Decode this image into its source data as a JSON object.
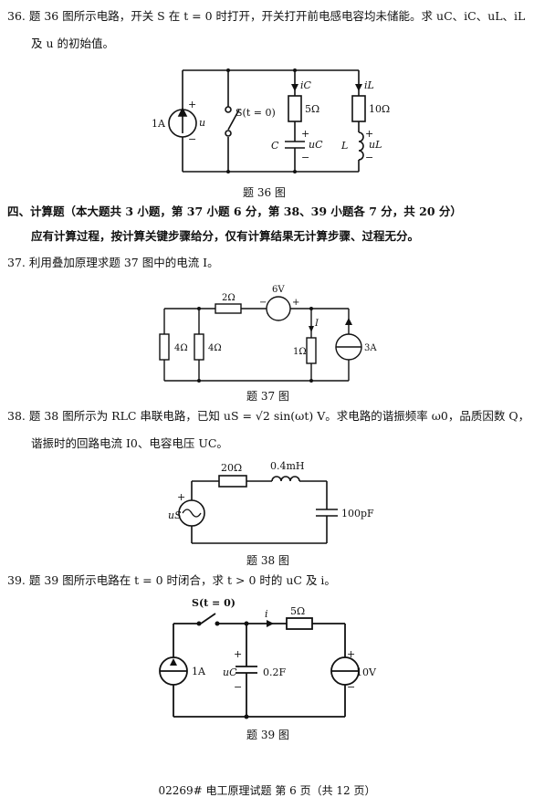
{
  "q36": {
    "line1": "36. 题 36 图所示电路，开关 S 在 t = 0 时打开，开关打开前电感电容均未储能。求 uC、iC、uL、iL",
    "line2": "及 u 的初始值。",
    "caption": "题 36 图",
    "labels": {
      "src": "1A",
      "u": "u",
      "plus": "+",
      "minus": "−",
      "switch": "S(t = 0)",
      "ic": "iC",
      "r5": "5Ω",
      "C": "C",
      "uc": "uC",
      "il": "iL",
      "r10": "10Ω",
      "L": "L",
      "ul": "uL"
    }
  },
  "section4": {
    "heading": "四、计算题（本大题共 3 小题，第 37 小题 6 分，第 38、39 小题各 7 分，共 20 分）",
    "note": "应有计算过程，按计算关键步骤给分，仅有计算结果无计算步骤、过程无分。"
  },
  "q37": {
    "line1": "37. 利用叠加原理求题 37 图中的电流 I。",
    "caption": "题 37 图",
    "labels": {
      "r2": "2Ω",
      "v6": "6V",
      "minus": "−",
      "plus": "+",
      "I": "I",
      "r4a": "4Ω",
      "r4b": "4Ω",
      "r1": "1Ω",
      "a3": "3A"
    }
  },
  "q38": {
    "line1": "38. 题 38 图所示为 RLC 串联电路，已知 uS = √2 sin(ωt) V。求电路的谐振频率 ω0，品质因数 Q，",
    "line2": "谐振时的回路电流 I0、电容电压 UC。",
    "caption": "题 38 图",
    "labels": {
      "r20": "20Ω",
      "l": "0.4mH",
      "us": "uS",
      "plus": "+",
      "c": "100pF"
    }
  },
  "q39": {
    "line1": "39. 题 39 图所示电路在 t = 0 时闭合，求 t > 0 时的 uC 及 i。",
    "caption": "题 39 图",
    "labels": {
      "switch": "S(t = 0)",
      "i": "i",
      "r5": "5Ω",
      "src": "1A",
      "plus": "+",
      "minus": "−",
      "uc": "uC",
      "c": "0.2F",
      "v10": "10V"
    }
  },
  "footer": "02269# 电工原理试题 第 6 页（共 12 页）"
}
